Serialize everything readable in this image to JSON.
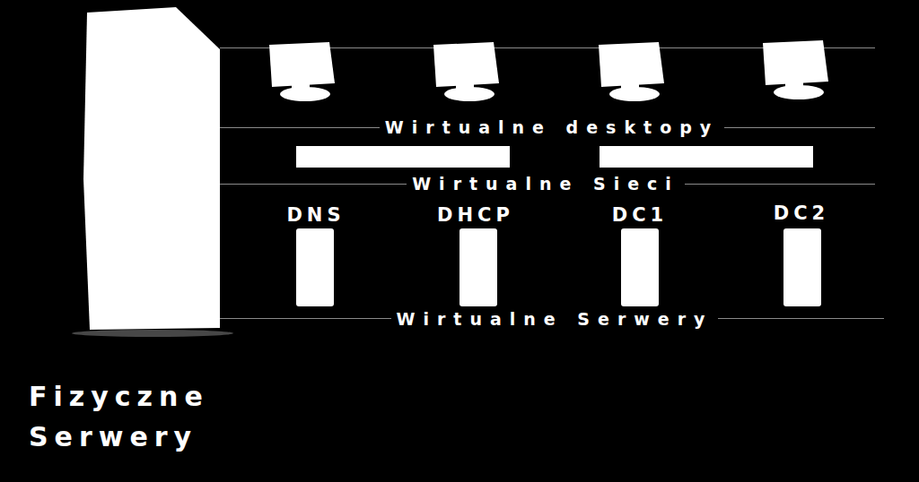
{
  "diagram": {
    "nodes": [
      {
        "text": [
          "DNS"
        ]
      },
      {
        "text": [
          "DHCP"
        ]
      },
      {
        "text": [
          "DC1"
        ]
      },
      {
        "text": [
          "DC2"
        ]
      }
    ],
    "labels": [
      "Wirtualne desktopy",
      "Wirtualne Sieci",
      "Wirtualne Serwery",
      "Fizyczne Serwery"
    ]
  }
}
